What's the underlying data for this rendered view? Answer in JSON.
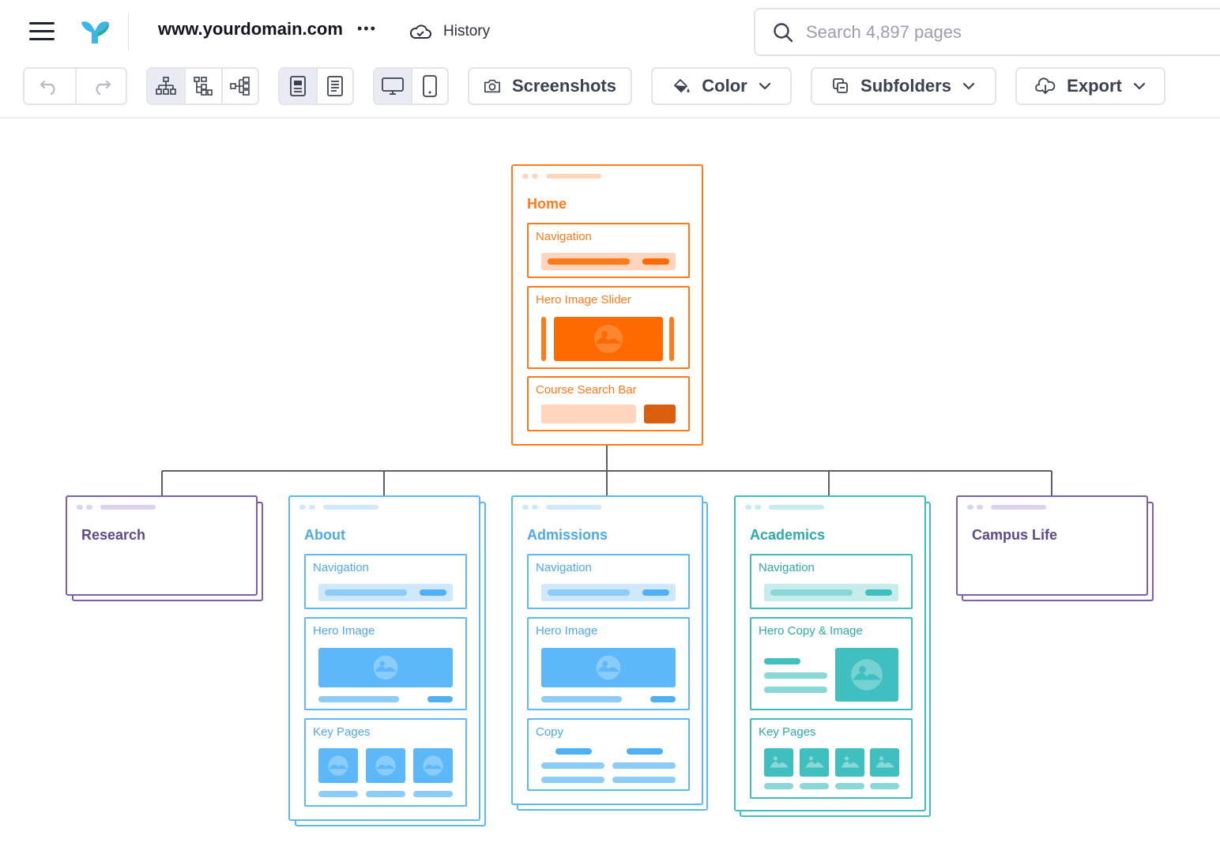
{
  "header": {
    "domain": "www.yourdomain.com",
    "more_glyph": "•••",
    "history_label": "History",
    "search_placeholder": "Search 4,897 pages"
  },
  "toolbar": {
    "screenshots_label": "Screenshots",
    "color_label": "Color",
    "subfolders_label": "Subfolders",
    "export_label": "Export"
  },
  "icons": {
    "menu": "hamburger-menu-icon",
    "logo": "app-logo",
    "history": "cloud-icon",
    "search": "search-icon",
    "undo": "undo-icon",
    "redo": "redo-icon",
    "tree_vertical": "sitemap-tree-icon",
    "tree_indented": "indented-tree-icon",
    "tree_horizontal": "horizontal-tree-icon",
    "page_wireframe": "wireframe-page-icon",
    "page_text": "text-page-icon",
    "desktop": "desktop-icon",
    "mobile": "mobile-icon",
    "camera": "camera-icon",
    "paint": "paint-bucket-icon",
    "subfolders": "subfolders-icon",
    "export": "cloud-download-icon",
    "chevron": "chevron-down-icon"
  },
  "colors": {
    "orange": "#ff7a1a",
    "orange_light": "#ffd6bd",
    "orange_dark": "#d95f0f",
    "blue": "#5cb8f8",
    "blue_light": "#cfe8fb",
    "teal": "#3fbfbf",
    "teal_light": "#c6ecec",
    "purple": "#7b5fb0",
    "purple_light": "#dcd4ee",
    "connector": "#5a5f6a"
  },
  "sitemap": {
    "root": {
      "title": "Home",
      "sections": [
        "Navigation",
        "Hero Image Slider",
        "Course Search Bar"
      ]
    },
    "children": [
      {
        "title": "Research",
        "sections": []
      },
      {
        "title": "About",
        "sections": [
          "Navigation",
          "Hero Image",
          "Key Pages"
        ]
      },
      {
        "title": "Admissions",
        "sections": [
          "Navigation",
          "Hero Image",
          "Copy"
        ]
      },
      {
        "title": "Academics",
        "sections": [
          "Navigation",
          "Hero Copy & Image",
          "Key Pages"
        ]
      },
      {
        "title": "Campus Life",
        "sections": []
      }
    ]
  }
}
